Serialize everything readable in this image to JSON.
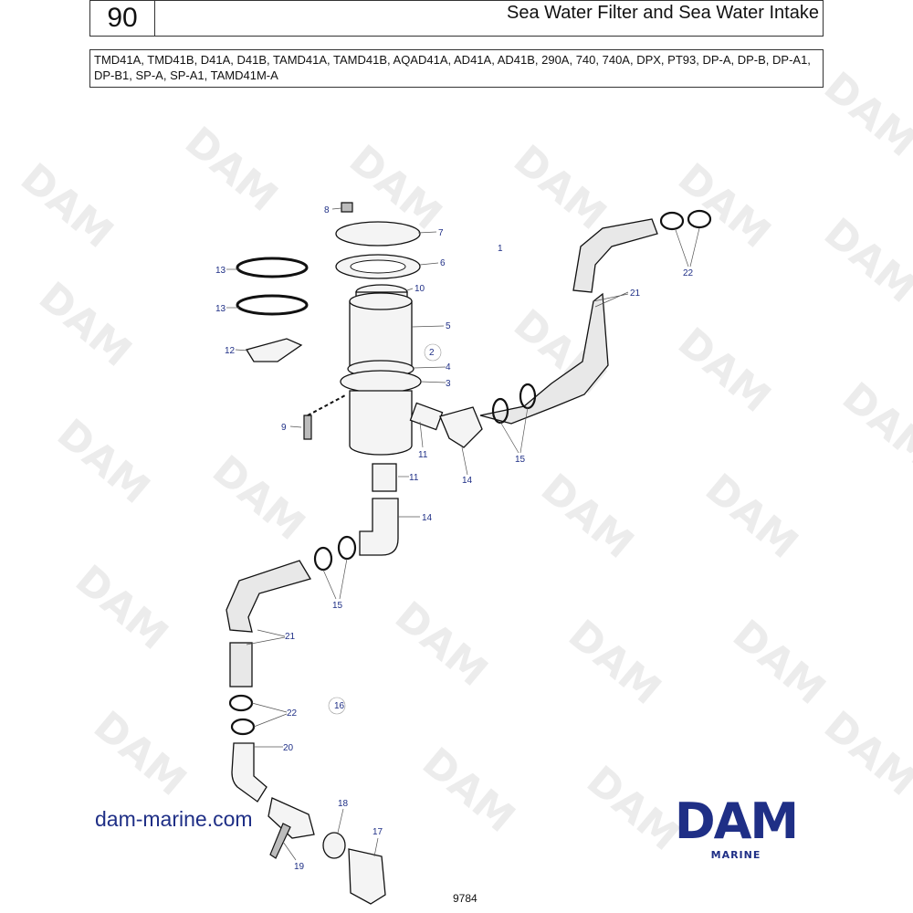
{
  "header": {
    "page_number": "90",
    "title": "Sea Water Filter and Sea Water Intake",
    "models": "TMD41A, TMD41B, D41A, D41B, TAMD41A, TAMD41B, AQAD41A, AD41A, AD41B, 290A, 740, 740A, DPX, PT93, DP-A, DP-B, DP-A1, DP-B1, SP-A, SP-A1, TAMD41M-A"
  },
  "footer": {
    "website": "dam-marine.com",
    "drawing_number": "9784"
  },
  "logo": {
    "main": "DAM",
    "sub": "MARINE"
  },
  "watermark": "DAM",
  "callouts": {
    "c1": "1",
    "c2": "2",
    "c3": "3",
    "c4": "4",
    "c5": "5",
    "c6": "6",
    "c7": "7",
    "c8": "8",
    "c9": "9",
    "c10": "10",
    "c11a": "11",
    "c11b": "11",
    "c12": "12",
    "c13a": "13",
    "c13b": "13",
    "c14a": "14",
    "c14b": "14",
    "c15a": "15",
    "c15b": "15",
    "c16": "16",
    "c17": "17",
    "c18": "18",
    "c19": "19",
    "c20": "20",
    "c21a": "21",
    "c21b": "21",
    "c22a": "22",
    "c22b": "22"
  },
  "colors": {
    "brand": "#1f2f86",
    "line": "#111111",
    "watermark": "#ececec"
  }
}
